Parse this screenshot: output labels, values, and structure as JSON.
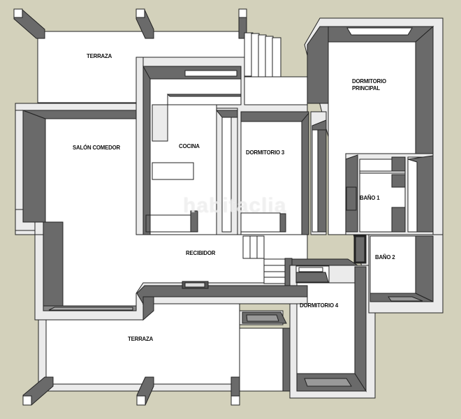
{
  "plan": {
    "background_color": "#d3d1bb",
    "wall_top_color": "#ebebeb",
    "wall_side_color": "#6a6a6a",
    "floor_color": "#ffffff",
    "watermark": "habitaclia"
  },
  "rooms": [
    {
      "id": "terraza-norte",
      "label": "TERRAZA"
    },
    {
      "id": "cocina",
      "label": "COCINA"
    },
    {
      "id": "salon-comedor",
      "label": "SALÓN COMEDOR"
    },
    {
      "id": "dormitorio-3",
      "label": "DORMITORIO 3"
    },
    {
      "id": "dormitorio-principal",
      "label": "DORMITORIO PRINCIPAL",
      "lines": [
        "DORMITORIO",
        "PRINCIPAL"
      ]
    },
    {
      "id": "bano-1",
      "label": "BAÑO 1"
    },
    {
      "id": "recibidor",
      "label": "RECIBIDOR"
    },
    {
      "id": "bano-2",
      "label": "BAÑO 2"
    },
    {
      "id": "dormitorio-4",
      "label": "DORMITORIO 4"
    },
    {
      "id": "terraza-sur",
      "label": "TERRAZA"
    }
  ]
}
